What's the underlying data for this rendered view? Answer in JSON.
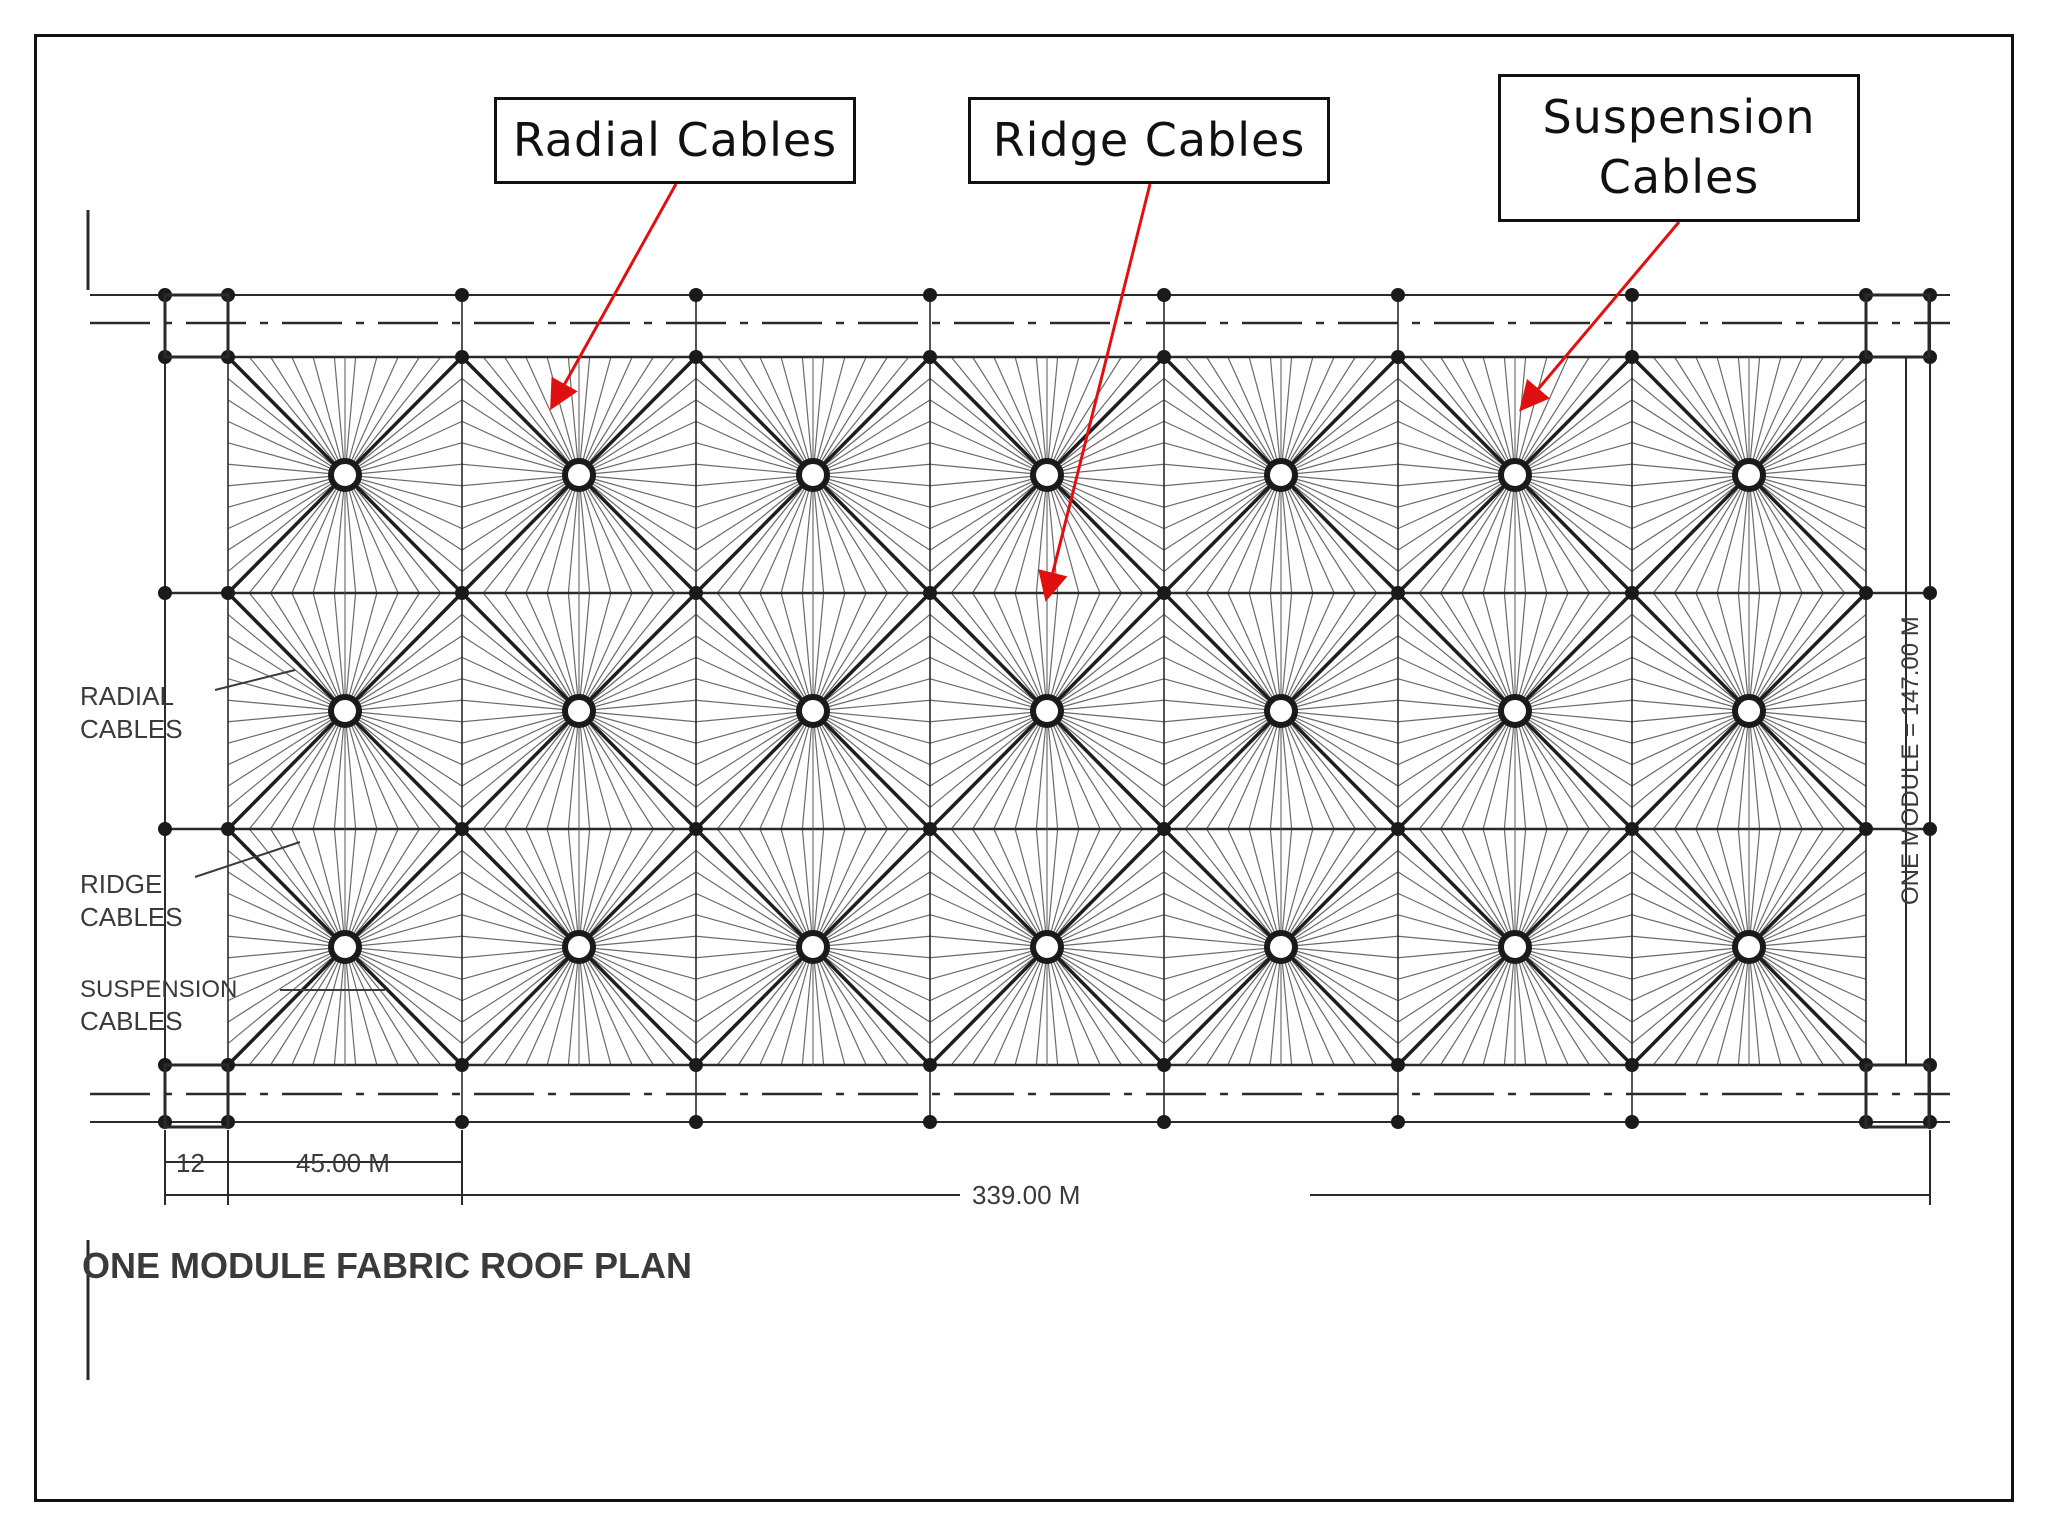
{
  "callouts": {
    "radial": "Radial Cables",
    "ridge": "Ridge Cables",
    "suspension": "Suspension\nCables"
  },
  "plan": {
    "side_labels": {
      "radial_line1": "RADIAL",
      "radial_line2": "CABLES",
      "ridge_line1": "RIDGE",
      "ridge_line2": "CABLES",
      "suspension_line1": "SUSPENSION",
      "suspension_line2": "CABLES"
    },
    "dimensions": {
      "edge": "12",
      "bay": "45.00 M",
      "overall": "339.00 M",
      "module_width": "ONE MODULE = 147.00 M"
    },
    "title": "ONE MODULE FABRIC ROOF PLAN"
  },
  "colors": {
    "arrow": "#e01010",
    "ink": "#2a2a2a",
    "frame": "#111111"
  }
}
